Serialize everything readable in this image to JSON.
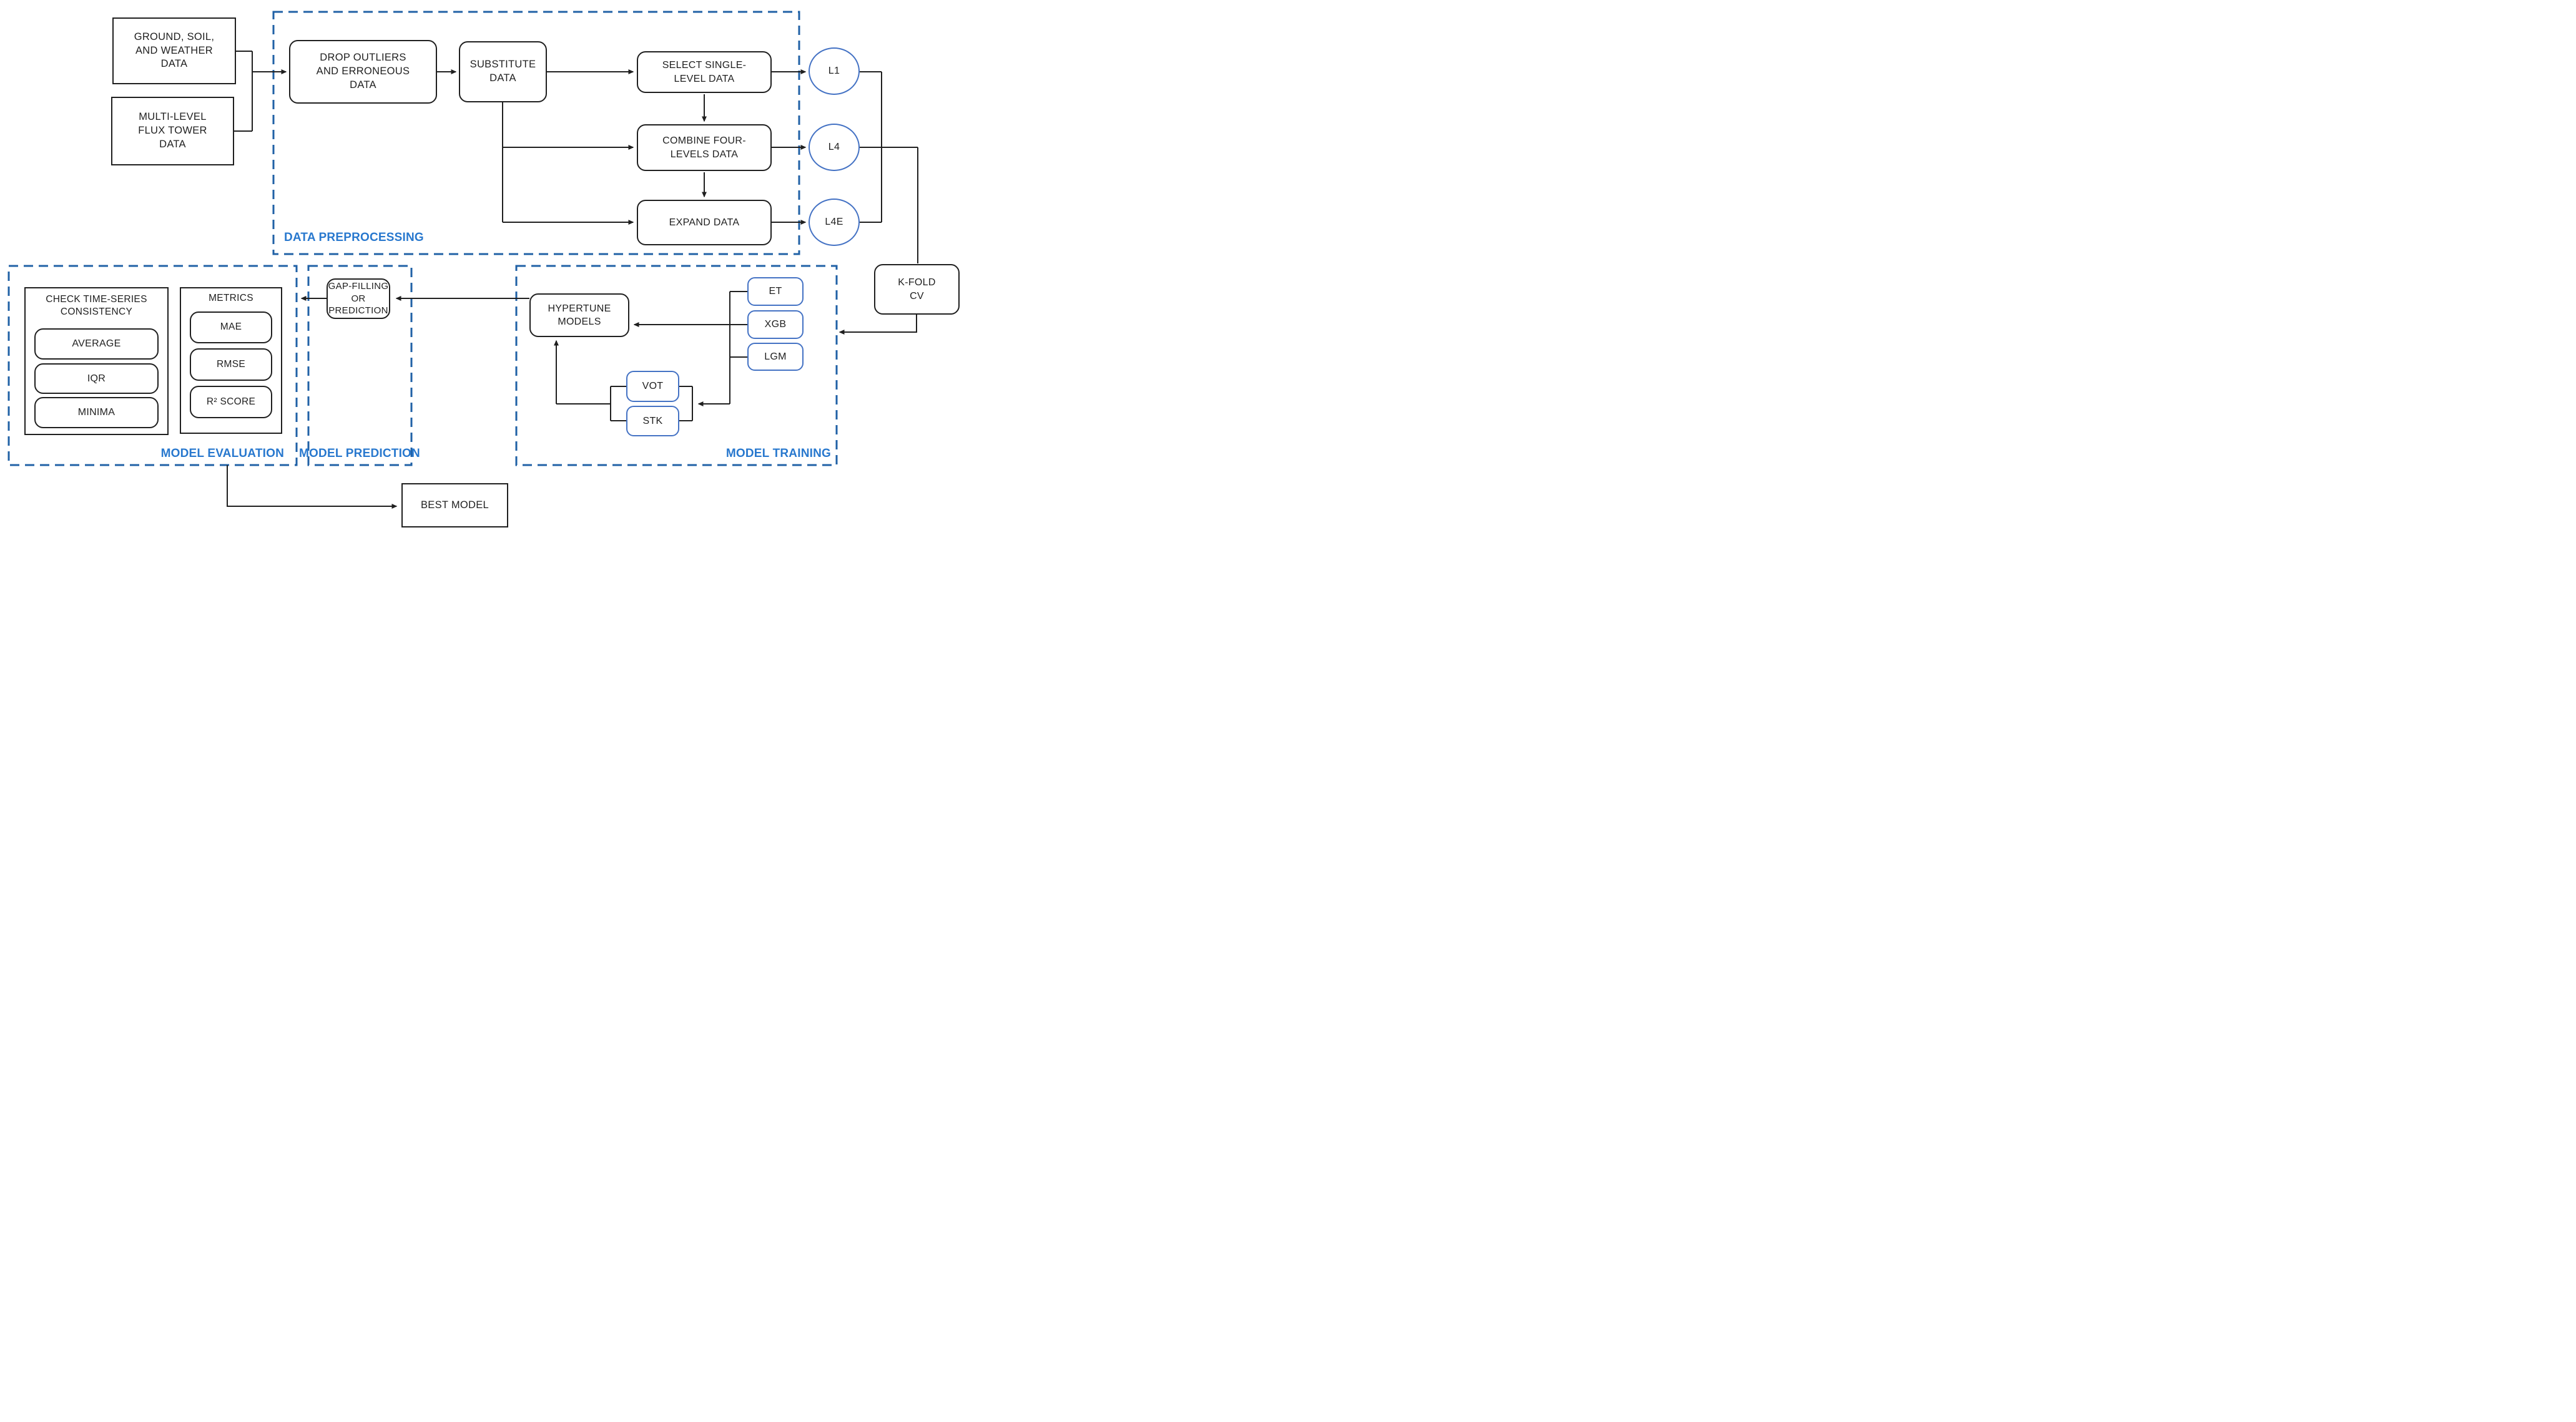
{
  "diagram": {
    "type": "flowchart",
    "colors": {
      "shape_stroke_black": "#1f1f1f",
      "shape_stroke_blue": "#4472C4",
      "group_dash_blue": "#2061A6",
      "group_label_blue": "#2878CE",
      "background": "#ffffff"
    },
    "groups": {
      "preprocessing": {
        "label": "DATA PREPROCESSING"
      },
      "evaluation": {
        "label": "MODEL EVALUATION"
      },
      "prediction": {
        "label": "MODEL PREDICTION"
      },
      "training": {
        "label": "MODEL TRAINING"
      }
    },
    "nodes": {
      "ground": {
        "label": "GROUND, SOIL,\nAND WEATHER\nDATA"
      },
      "multi": {
        "label": "MULTI-LEVEL\nFLUX TOWER\nDATA"
      },
      "drop": {
        "label": "DROP OUTLIERS\nAND ERRONEOUS\nDATA"
      },
      "substitute": {
        "label": "SUBSTITUTE\nDATA"
      },
      "select": {
        "label": "SELECT SINGLE-\nLEVEL DATA"
      },
      "combine": {
        "label": "COMBINE FOUR-\nLEVELS DATA"
      },
      "expand": {
        "label": "EXPAND DATA"
      },
      "l1": {
        "label": "L1"
      },
      "l4": {
        "label": "L4"
      },
      "l4e": {
        "label": "L4E"
      },
      "kfold": {
        "label": "K-FOLD\nCV"
      },
      "et": {
        "label": "ET"
      },
      "xgb": {
        "label": "XGB"
      },
      "lgm": {
        "label": "LGM"
      },
      "vot": {
        "label": "VOT"
      },
      "stk": {
        "label": "STK"
      },
      "hypertune": {
        "label": "HYPERTUNE\nMODELS"
      },
      "gap": {
        "label": "GAP-FILLING\nOR\nPREDICTION"
      },
      "check": {
        "label": "CHECK TIME-SERIES\nCONSISTENCY"
      },
      "average": {
        "label": "AVERAGE"
      },
      "iqr": {
        "label": "IQR"
      },
      "minima": {
        "label": "MINIMA"
      },
      "metrics": {
        "label": "METRICS"
      },
      "mae": {
        "label": "MAE"
      },
      "rmse": {
        "label": "RMSE"
      },
      "r2": {
        "label": "R² SCORE"
      },
      "best": {
        "label": "BEST MODEL"
      }
    },
    "edges": [
      {
        "from": "ground",
        "to": "drop"
      },
      {
        "from": "multi",
        "to": "drop"
      },
      {
        "from": "drop",
        "to": "substitute"
      },
      {
        "from": "substitute",
        "to": "select"
      },
      {
        "from": "substitute",
        "to": "combine"
      },
      {
        "from": "substitute",
        "to": "expand"
      },
      {
        "from": "select",
        "to": "combine"
      },
      {
        "from": "combine",
        "to": "expand"
      },
      {
        "from": "select",
        "to": "l1"
      },
      {
        "from": "combine",
        "to": "l4"
      },
      {
        "from": "expand",
        "to": "l4e"
      },
      {
        "from": "l1",
        "to": "kfold"
      },
      {
        "from": "l4",
        "to": "kfold"
      },
      {
        "from": "l4e",
        "to": "kfold"
      },
      {
        "from": "kfold",
        "to": "training-group"
      },
      {
        "from": "et-xgb-lgm",
        "to": "hypertune"
      },
      {
        "from": "et-xgb-lgm",
        "to": "vot-stk"
      },
      {
        "from": "vot-stk",
        "to": "hypertune"
      },
      {
        "from": "hypertune",
        "to": "gap"
      },
      {
        "from": "gap",
        "to": "evaluation-group"
      },
      {
        "from": "evaluation-group",
        "to": "best"
      }
    ]
  }
}
